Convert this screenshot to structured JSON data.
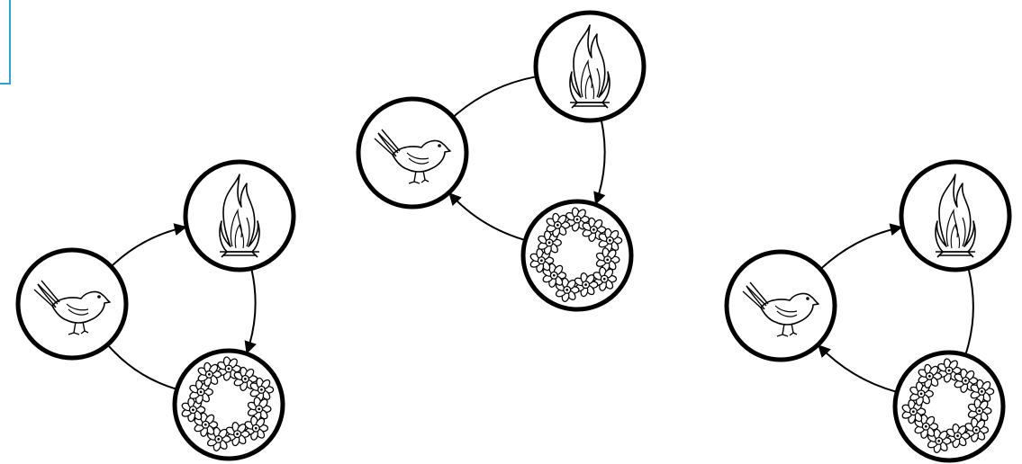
{
  "diagram": {
    "colors": {
      "stroke": "#000000",
      "background": "#ffffff",
      "frame": "#2aa3d6"
    },
    "cycles": [
      {
        "name": "cycle-1",
        "nodes": [
          {
            "id": "bird",
            "icon": "bird-icon"
          },
          {
            "id": "fire",
            "icon": "fire-icon"
          },
          {
            "id": "wreath",
            "icon": "flower-wreath-icon"
          }
        ],
        "arrows": [
          {
            "from": "bird",
            "to": "fire",
            "head": "end"
          },
          {
            "from": "fire",
            "to": "wreath",
            "head": "end"
          },
          {
            "from": "wreath",
            "to": "bird",
            "head": "none"
          }
        ]
      },
      {
        "name": "cycle-2",
        "nodes": [
          {
            "id": "bird",
            "icon": "bird-icon"
          },
          {
            "id": "fire",
            "icon": "fire-icon"
          },
          {
            "id": "wreath",
            "icon": "flower-wreath-icon"
          }
        ],
        "arrows": [
          {
            "from": "bird",
            "to": "fire",
            "head": "none"
          },
          {
            "from": "fire",
            "to": "wreath",
            "head": "end"
          },
          {
            "from": "wreath",
            "to": "bird",
            "head": "end"
          }
        ]
      },
      {
        "name": "cycle-3",
        "nodes": [
          {
            "id": "bird",
            "icon": "bird-icon"
          },
          {
            "id": "fire",
            "icon": "fire-icon"
          },
          {
            "id": "wreath",
            "icon": "flower-wreath-icon"
          }
        ],
        "arrows": [
          {
            "from": "bird",
            "to": "fire",
            "head": "end"
          },
          {
            "from": "fire",
            "to": "wreath",
            "head": "none"
          },
          {
            "from": "wreath",
            "to": "bird",
            "head": "end"
          }
        ]
      }
    ]
  }
}
